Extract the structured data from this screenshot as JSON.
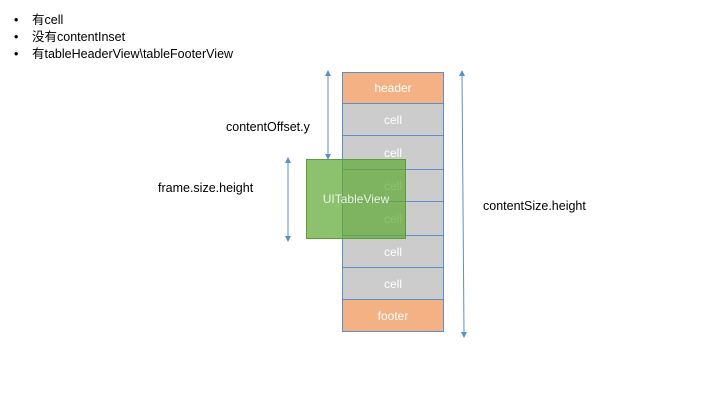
{
  "bullets": [
    {
      "text": "有cell"
    },
    {
      "text": "没有contentInset"
    },
    {
      "text": "有tableHeaderView\\tableFooterView"
    }
  ],
  "bullet_symbol": "•",
  "table": {
    "rows": [
      "header",
      "cell",
      "cell",
      "cell",
      "cell",
      "cell",
      "cell",
      "footer"
    ]
  },
  "overlay_label": "UITableView",
  "labels": {
    "content_offset": "contentOffset.y",
    "frame_height": "frame.size.height",
    "content_size": "contentSize.height"
  },
  "colors": {
    "header_footer": "#f4b183",
    "cell": "#cccccc",
    "border": "#5b8fc9",
    "tableview": "#60a934",
    "arrow": "#5b8fc9"
  }
}
